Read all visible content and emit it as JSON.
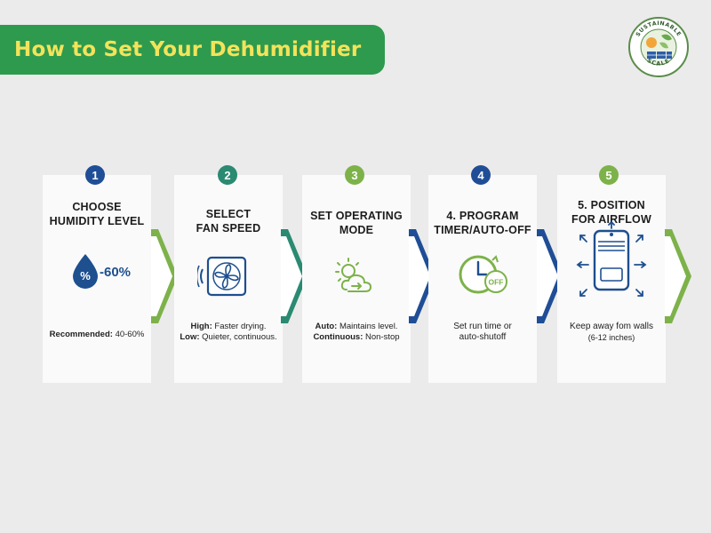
{
  "title": "How to Set Your Dehumidifier",
  "logo": {
    "top_text": "SUSTAINABLE",
    "bottom_text": "SCALE"
  },
  "colors": {
    "title_bg": "#2e9a4d",
    "title_text": "#f3e35b",
    "step1": "#1f4e96",
    "step2": "#2a8a72",
    "step3": "#7db24a",
    "step4": "#1f4e96",
    "step5": "#7db24a"
  },
  "steps": [
    {
      "number": "1",
      "title_lines": [
        "CHOOSE",
        "HUMIDITY LEVEL"
      ],
      "icon": "water-drop-percent-icon",
      "icon_text": "-60%",
      "desc1_bold": "Recommended:",
      "desc1_text": " 40-60%"
    },
    {
      "number": "2",
      "title_lines": [
        "SELECT",
        "FAN SPEED"
      ],
      "icon": "fan-icon",
      "desc1_bold": "High:",
      "desc1_text": " Faster drying.",
      "desc2_bold": "Low:",
      "desc2_text": " Quieter, continuous."
    },
    {
      "number": "3",
      "title_lines": [
        "SET OPERATING",
        "MODE"
      ],
      "icon": "sun-cloud-icon",
      "desc1_bold": "Auto:",
      "desc1_text": " Maintains level.",
      "desc2_bold": "Continuous:",
      "desc2_text": " Non-stop"
    },
    {
      "number": "4",
      "title_lines": [
        "4. PROGRAM",
        "TIMER/AUTO-OFF"
      ],
      "icon": "timer-off-icon",
      "icon_text": "OFF",
      "desc1_text": "Set run time or",
      "desc2_text": "auto-shutoff"
    },
    {
      "number": "5",
      "title_lines": [
        "5. POSITION",
        "FOR AIRFLOW"
      ],
      "icon": "dehumidifier-airflow-icon",
      "desc1_text": "Keep away fom walls",
      "desc2_text": "(6-12 inches)"
    }
  ]
}
